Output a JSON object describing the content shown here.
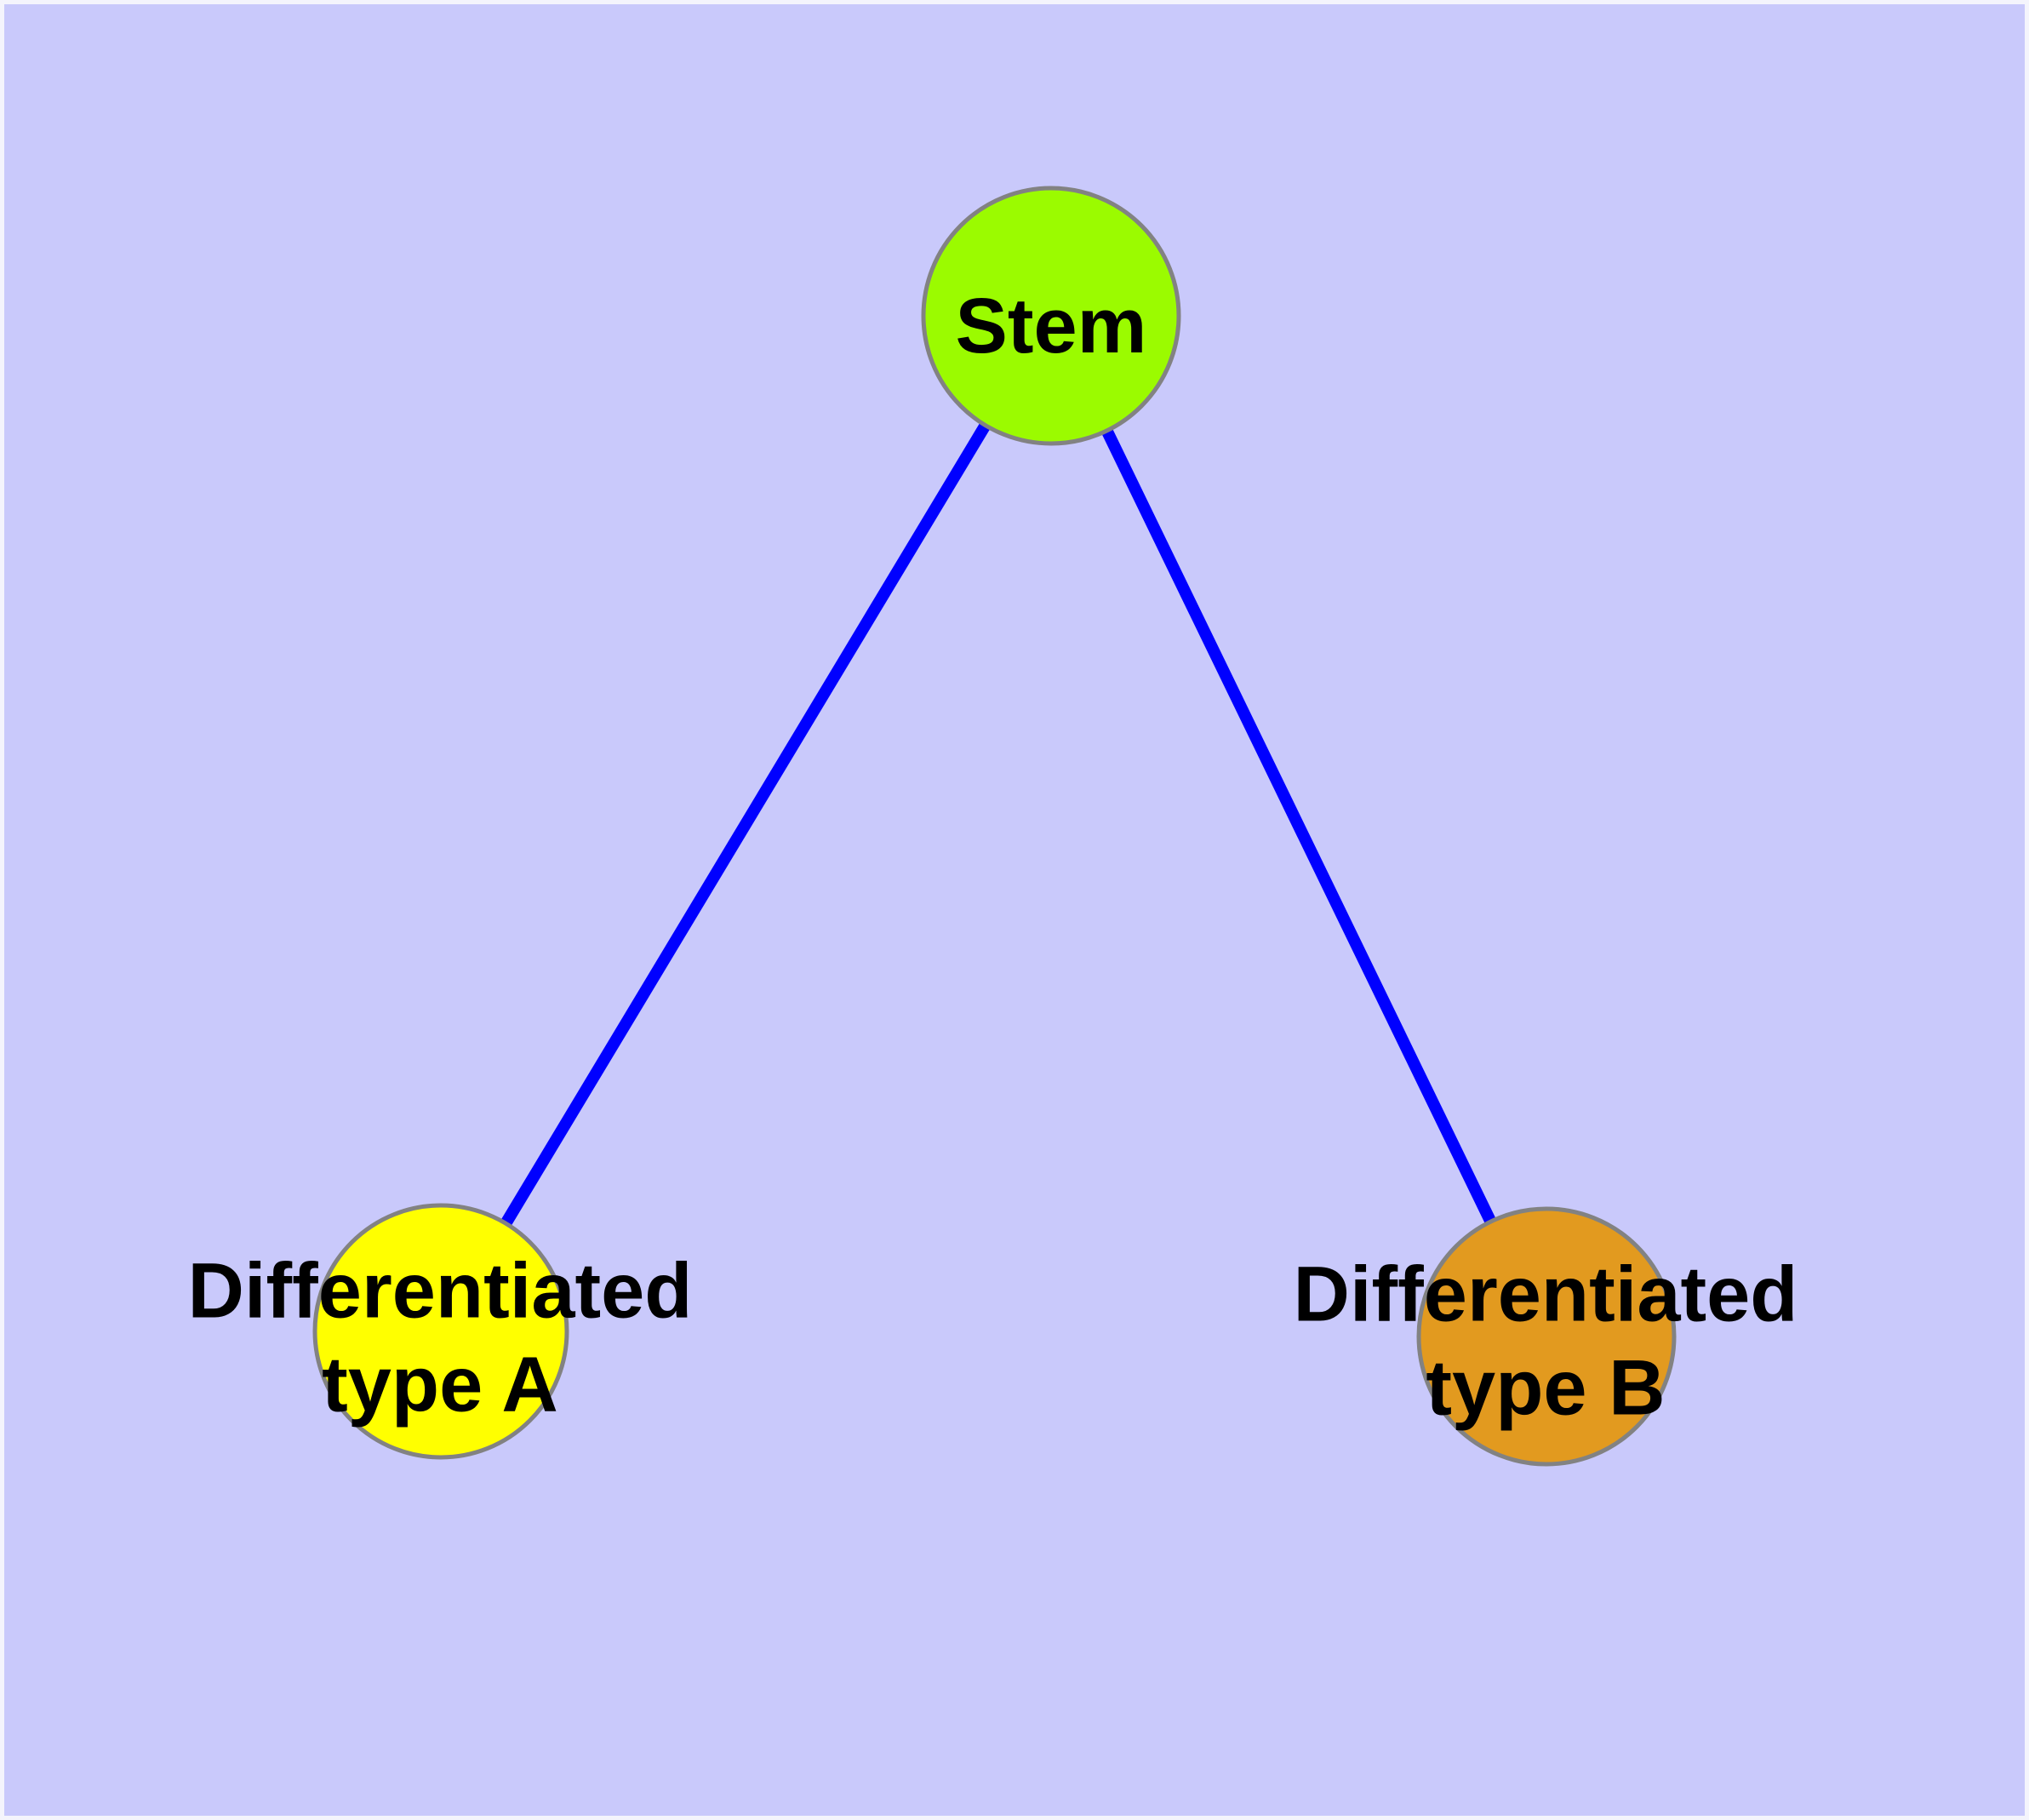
{
  "nodes": {
    "stem": {
      "label": "Stem",
      "color": "#9BFB00"
    },
    "type_a": {
      "label": "Differentiated\ntype A",
      "color": "#FFFF00"
    },
    "type_b": {
      "label": "Differentiated\ntype B",
      "color": "#E29A1F"
    }
  },
  "edges": {
    "color": "#0000FF",
    "list": [
      {
        "from": "Stem",
        "to": "Differentiated type A"
      },
      {
        "from": "Stem",
        "to": "Differentiated type B"
      }
    ]
  },
  "style": {
    "background_color": "#C9C9FB",
    "frame_color": "#D8D8E2",
    "node_border_color": "#828282",
    "label_color": "#000000"
  }
}
